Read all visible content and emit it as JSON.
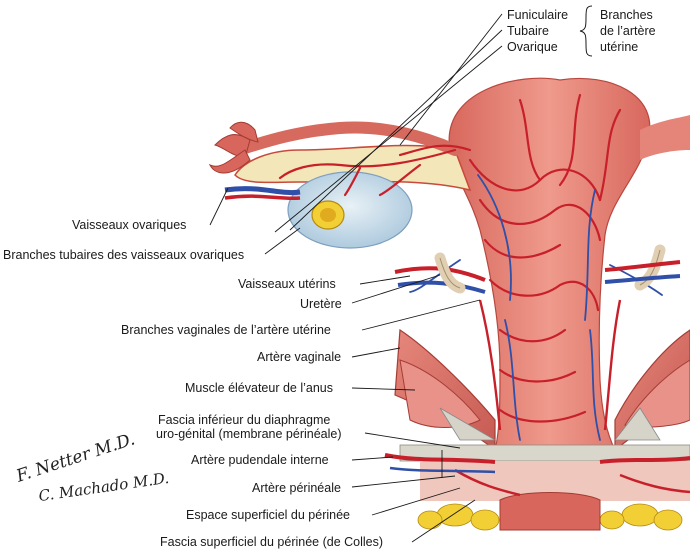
{
  "branch_group": {
    "items": [
      "Funiculaire",
      "Tubaire",
      "Ovarique"
    ],
    "caption": [
      "Branches",
      "de l’artère",
      "utérine"
    ]
  },
  "labels": {
    "vaisseaux_ovariques": "Vaisseaux ovariques",
    "branches_tubaires": "Branches tubaires des vaisseaux ovariques",
    "vaisseaux_uterins": "Vaisseaux utérins",
    "uretere": "Uretère",
    "branches_vaginales": "Branches vaginales de l’artère utérine",
    "artere_vaginale": "Artère vaginale",
    "muscle_elevateur": "Muscle élévateur de l’anus",
    "fascia_inferieur_1": "Fascia inférieur du diaphragme",
    "fascia_inferieur_2": "uro-génital (membrane périnéale)",
    "artere_pudendale": "Artère pudendale interne",
    "artere_perineale": "Artère périnéale",
    "espace_superficiel": "Espace superficiel du périnée",
    "fascia_superficiel": "Fascia superficiel du périnée (de Colles)"
  },
  "signatures": [
    "F. Netter M.D.",
    "C. Machado M.D."
  ],
  "colors": {
    "artery": "#c8202a",
    "vein": "#2f4fa8",
    "tissue": "#e38479",
    "tissue_dark": "#c95b55",
    "fat": "#f2cf35",
    "leader": "#1a1a1a"
  }
}
